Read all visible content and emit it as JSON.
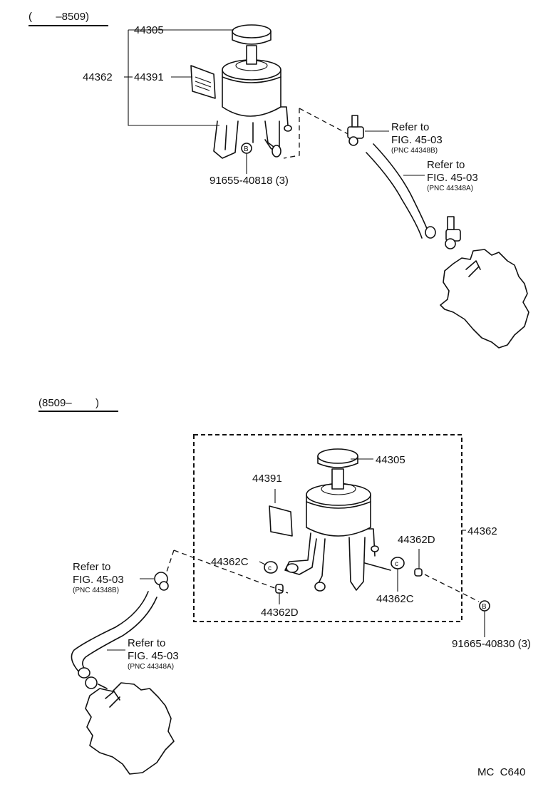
{
  "sections": [
    {
      "range_label": "(        –8509)",
      "labels": {
        "cap": "44305",
        "assembly": "44362",
        "label_sheet": "44391",
        "bolt": "91655-40818 (3)",
        "bolt_marker": "B"
      },
      "refs": [
        {
          "line1": "Refer to",
          "line2": "FIG. 45-03",
          "pnc": "(PNC 44348B)"
        },
        {
          "line1": "Refer to",
          "line2": "FIG. 45-03",
          "pnc": "(PNC 44348A)"
        }
      ]
    },
    {
      "range_label": "(8509–        )",
      "labels": {
        "cap": "44305",
        "label_sheet": "44391",
        "assembly": "44362",
        "grommet_d_right": "44362D",
        "grommet_c_left": "44362C",
        "grommet_c_right": "44362C",
        "grommet_d_left": "44362D",
        "bolt": "91665-40830 (3)",
        "bolt_marker": "B"
      },
      "refs": [
        {
          "line1": "Refer to",
          "line2": "FIG. 45-03",
          "pnc": "(PNC 44348B)"
        },
        {
          "line1": "Refer to",
          "line2": "FIG. 45-03",
          "pnc": "(PNC 44348A)"
        }
      ]
    }
  ],
  "footer_code": "MC  C640"
}
